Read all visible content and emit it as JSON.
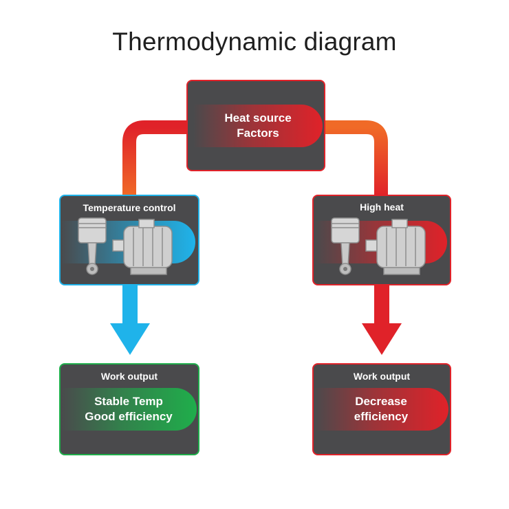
{
  "title": "Thermodynamic diagram",
  "colors": {
    "red": "#e02229",
    "orange": "#f06a27",
    "blue": "#1fb3ea",
    "green": "#1fae4b",
    "box_bg": "#4a4a4c"
  },
  "heat_source": {
    "line1": "Heat source",
    "line2": "Factors"
  },
  "temperature_control": {
    "title": "Temperature control",
    "icons": [
      "piston-icon",
      "electric-motor-icon"
    ]
  },
  "high_heat": {
    "title": "High heat",
    "icons": [
      "piston-icon",
      "electric-motor-icon"
    ]
  },
  "work_output_good": {
    "title": "Work output",
    "line1": "Stable Temp",
    "line2": "Good efficiency"
  },
  "work_output_bad": {
    "title": "Work output",
    "line1": "Decrease",
    "line2": "efficiency"
  }
}
